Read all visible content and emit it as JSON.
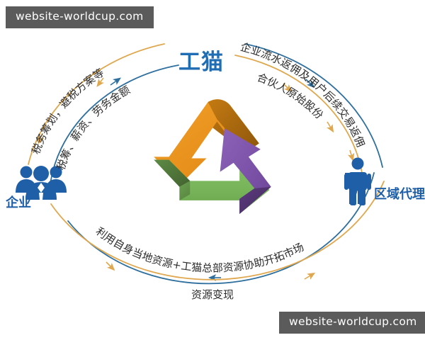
{
  "watermark": {
    "text": "website-worldcup.com",
    "bg_color": "#5b5b5b",
    "text_color": "#ffffff"
  },
  "brand": {
    "title": "工猫",
    "color": "#1f6db5"
  },
  "nodes": [
    {
      "id": "enterprise",
      "label": "企业",
      "icon": "people-group-icon",
      "color": "#1f5fa8",
      "side": "left"
    },
    {
      "id": "regional-agent",
      "label": "区域代理",
      "icon": "person-icon",
      "color": "#1f5fa8",
      "side": "right"
    }
  ],
  "center_symbol": {
    "name": "recycle-arrows-icon",
    "arrows": [
      {
        "name": "orange-arrow",
        "color": "#e8911c",
        "shade": "#b06a10",
        "direction": "down-left"
      },
      {
        "name": "green-arrow",
        "color": "#76b358",
        "shade": "#4f7a3a",
        "direction": "right"
      },
      {
        "name": "purple-arrow",
        "color": "#7b52a8",
        "shade": "#543476",
        "direction": "up-left"
      }
    ]
  },
  "arcs": [
    {
      "id": "left-outer",
      "label": "税务筹划，避税方案等",
      "color": "#e0a84e",
      "direction": "down-left",
      "quadrant": "upper-left"
    },
    {
      "id": "left-inner",
      "label": "税筹、薪资、劳务金额",
      "color": "#2e6f9e",
      "direction": "up-right",
      "quadrant": "upper-left"
    },
    {
      "id": "right-outer",
      "label": "企业流水返佣及用户后续交易返佣",
      "color": "#2e6f9e",
      "direction": "down-right",
      "quadrant": "upper-right"
    },
    {
      "id": "right-inner",
      "label": "合伙人原始股份",
      "color": "#e0a84e",
      "direction": "down-right",
      "quadrant": "upper-right"
    },
    {
      "id": "bottom-inner",
      "label": "利用自身当地资源+工猫总部资源协助开拓市场",
      "color": "#2e6f9e",
      "direction": "left",
      "quadrant": "bottom"
    },
    {
      "id": "bottom-outer",
      "label": "资源变现",
      "color": "#e0a84e",
      "direction": "right",
      "quadrant": "bottom"
    }
  ],
  "colors": {
    "blue": "#1f5fa8",
    "brand_blue": "#1f6db5",
    "arc_blue": "#2e6f9e",
    "arc_orange": "#e0a84e",
    "orange": "#e8911c",
    "green": "#76b358",
    "purple": "#7b52a8",
    "background": "#ffffff"
  }
}
